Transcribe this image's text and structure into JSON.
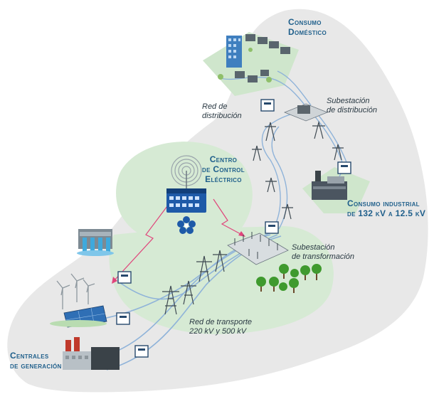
{
  "labels": {
    "consumo_domestico": [
      "Consumo",
      "Doméstico"
    ],
    "red_distribucion": [
      "Red de",
      "distribución"
    ],
    "subestacion_distribucion": [
      "Subestación",
      "de distribución"
    ],
    "centro_control": [
      "Centro",
      "de Control",
      "Eléctrico"
    ],
    "consumo_industrial": [
      "Consumo industrial",
      "de 132 kV a 12.5 kV"
    ],
    "subestacion_transformacion": [
      "Subestación",
      "de transformación"
    ],
    "red_transporte": [
      "Red de transporte",
      "220 kV y 500 kV"
    ],
    "centrales_generacion": [
      "Centrales",
      "de generación"
    ]
  },
  "icons": [
    "hydro-dam-icon",
    "wind-turbine-icon",
    "solar-panel-icon",
    "factory-icon",
    "power-tower-icon",
    "smart-meter-icon",
    "houses-icon",
    "control-center-icon",
    "substation-icon",
    "industrial-plant-icon",
    "tree-icon"
  ],
  "colors": {
    "background_blob": "#e8e8e8",
    "green_zone": "#d6ead4",
    "label_blue": "#1f5f8b",
    "power_line": "#8fb3d9",
    "control_link": "#e0457b",
    "meter_frame": "#27496d"
  }
}
